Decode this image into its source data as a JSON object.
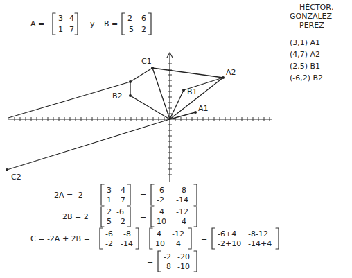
{
  "diagram": {
    "labels": [
      "A =",
      "3",
      "4",
      "1",
      "7",
      "y",
      "B =",
      "2",
      "-6",
      "5",
      "2",
      "HÉCTOR,",
      "GONZALEZ",
      "PEREZ",
      "(3,1) A1",
      "(4,7) A2",
      "(2,5) B1",
      "(-6,2) B2",
      "C1",
      "A2",
      "B1",
      "A1",
      "B2",
      "C2",
      "-2A = -2",
      "3",
      "4",
      "1",
      "7",
      "=",
      "-6",
      "-8",
      "-2",
      "-14",
      "2B = 2",
      "2",
      "-6",
      "5",
      "2",
      "=",
      "4",
      "-12",
      "10",
      "4",
      "C = -2A + 2B =",
      "-6",
      "-8",
      "-2",
      "-14",
      "4",
      "-12",
      "10",
      "4",
      "=",
      "-6+4",
      "-8-12",
      "-2+10",
      "-14+4",
      "=",
      "-2",
      "-20",
      "8",
      "-10"
    ]
  }
}
